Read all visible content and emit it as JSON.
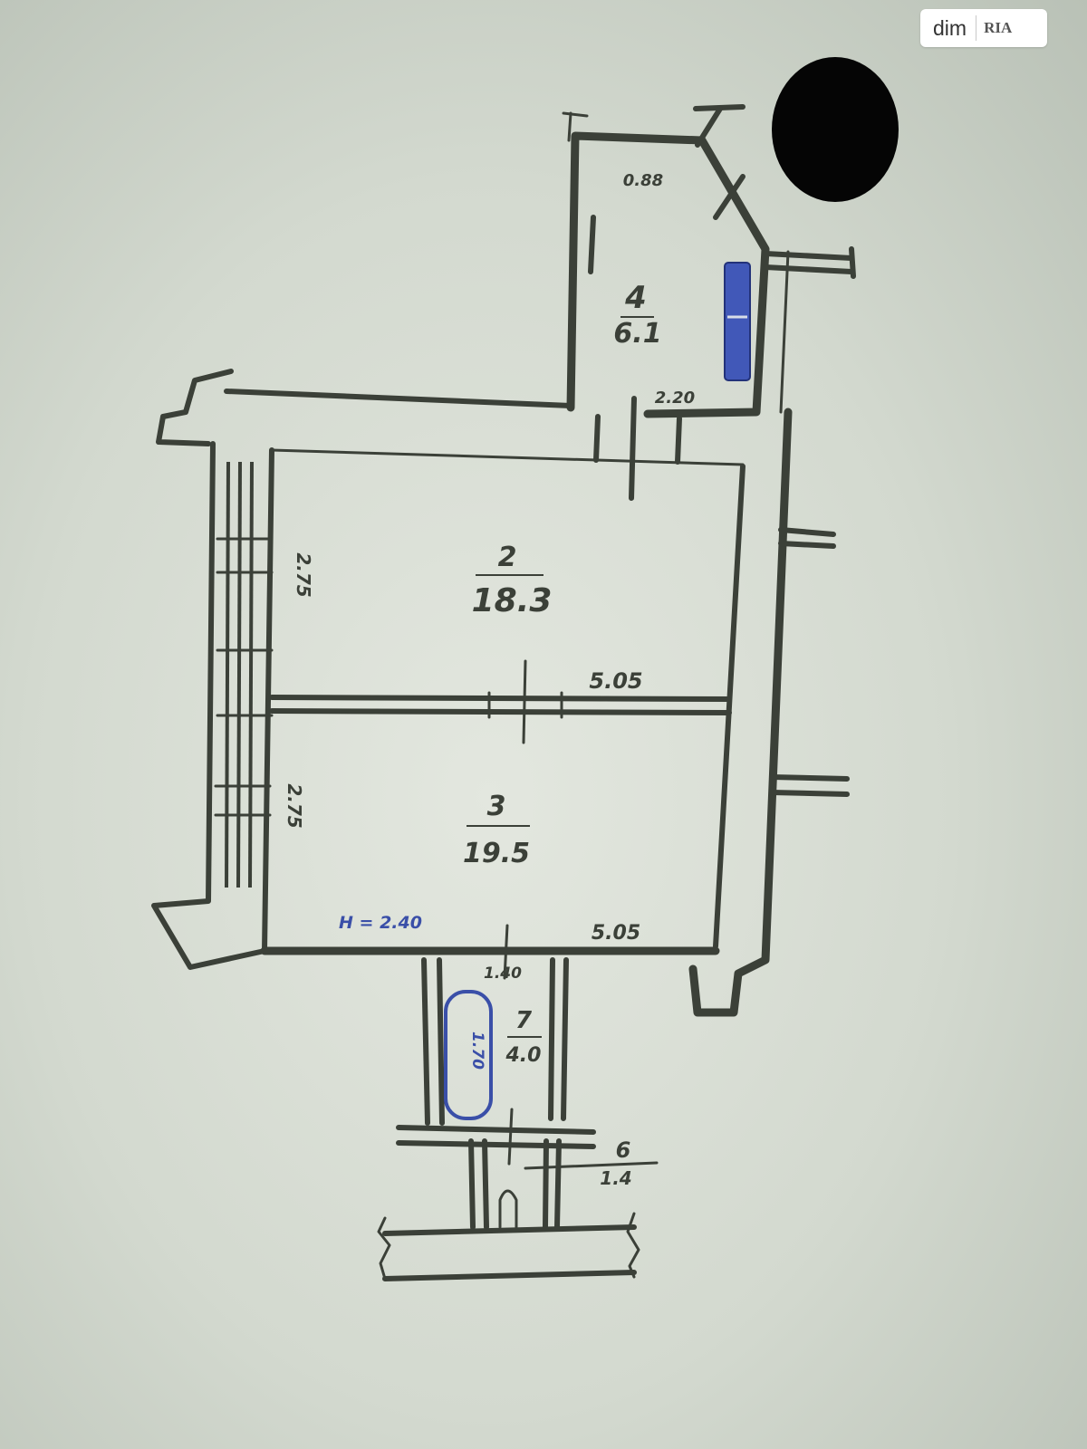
{
  "watermark": {
    "text": "dim",
    "logo": "RIA"
  },
  "rooms": [
    {
      "number": "4",
      "area": "6.1"
    },
    {
      "number": "2",
      "area": "18.3"
    },
    {
      "number": "3",
      "area": "19.5"
    },
    {
      "number": "7",
      "area": "4.0"
    },
    {
      "number": "6",
      "area": "1.4"
    }
  ],
  "dimensions": {
    "kitchen_top": "0.88",
    "kitchen_door": "2.20",
    "room2_side": "2.75",
    "room2_wall": "5.05",
    "room3_side": "2.75",
    "room3_bottom": "5.05",
    "height_note": "H = 2.40",
    "bath_door": "1.40",
    "bath_fixture": "1.70"
  },
  "colors": {
    "wall": "#3b4038",
    "fixture": "#4158b8"
  }
}
